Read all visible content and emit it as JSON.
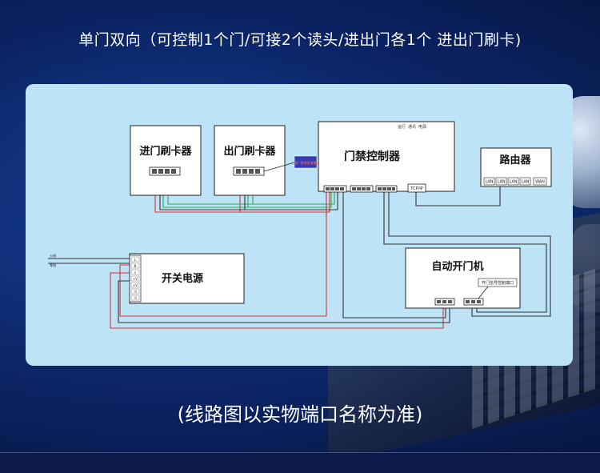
{
  "header": {
    "title": "单门双向（可控制1个门/可接2个读头/进出门各1个 进出门刷卡)"
  },
  "footer": {
    "caption": "(线路图以实物端口名称为准)"
  },
  "diagram": {
    "entry_reader": "进门刷卡器",
    "exit_reader": "出门刷卡器",
    "controller": "门禁控制器",
    "controller_indicators": [
      "运行",
      "通讯",
      "电源"
    ],
    "tcpip_port": "TCP/IP",
    "router": "路由器",
    "router_ports": [
      "LAN",
      "LAN",
      "LAN",
      "LAN",
      "WAN"
    ],
    "door_opener": "自动开门机",
    "door_opener_port": "开门信号控制端口",
    "power_supply": "开关电源",
    "power_inputs": [
      "火线",
      "零线"
    ],
    "psu_terminals": [
      "L",
      "N",
      "⏚",
      "+V",
      "+V",
      "-V",
      "-V"
    ],
    "warning_tag": "注意! 接线前请确认"
  },
  "colors": {
    "panel_bg": "#bde3f6",
    "wire_red": "#e03030",
    "wire_green": "#2fa84f",
    "wire_dark": "#333333"
  }
}
